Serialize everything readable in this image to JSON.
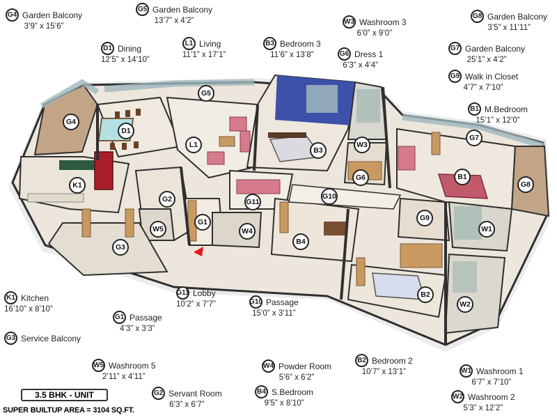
{
  "legend": [
    {
      "code": "G4",
      "name": "Garden Balcony",
      "dim": "3’9” x 15’6”"
    },
    {
      "code": "G5",
      "name": "Garden Balcony",
      "dim": "13’7” x 4’2”"
    },
    {
      "code": "D1",
      "name": "Dining",
      "dim": "12’5” x 14’10”"
    },
    {
      "code": "L1",
      "name": "Living",
      "dim": "11’1” x 17’1”"
    },
    {
      "code": "B3",
      "name": "Bedroom 3",
      "dim": "11’6” x 13’8”"
    },
    {
      "code": "W3",
      "name": "Washroom 3",
      "dim": "6’0” x 9’0”"
    },
    {
      "code": "G6",
      "name": "Dress 1",
      "dim": "6’3” x 4’4”"
    },
    {
      "code": "G8",
      "name": "Garden Balcony",
      "dim": "3’5” x 11’11”"
    },
    {
      "code": "G7",
      "name": "Garden Balcony",
      "dim": "25’1” x 4’2”"
    },
    {
      "code": "G9",
      "name": "Walk in Closet",
      "dim": "4’7” x 7’10”"
    },
    {
      "code": "B1",
      "name": "M.Bedroom",
      "dim": "15’1” x 12’0”"
    },
    {
      "code": "K1",
      "name": "Kitchen",
      "dim": "16’10” x 8’10”"
    },
    {
      "code": "G3",
      "name": "Service Balcony",
      "dim": ""
    },
    {
      "code": "G1",
      "name": "Passage",
      "dim": "4’3” x 3’3”"
    },
    {
      "code": "G11",
      "name": "Lobby",
      "dim": "10’2” x 7’7”"
    },
    {
      "code": "G10",
      "name": "Passage",
      "dim": "15’0” x 3’11”"
    },
    {
      "code": "W5",
      "name": "Washroom 5",
      "dim": "2’11” x 4’11”"
    },
    {
      "code": "G2",
      "name": "Servant Room",
      "dim": "6’3” x 6’7”"
    },
    {
      "code": "W4",
      "name": "Powder Room",
      "dim": "5’6” x 6’2”"
    },
    {
      "code": "B4",
      "name": "S.Bedroom",
      "dim": "9’5” x 8’10”"
    },
    {
      "code": "B2",
      "name": "Bedroom 2",
      "dim": "10’7” x 13’1”"
    },
    {
      "code": "W1",
      "name": "Washroom 1",
      "dim": "6’7” x 7’10”"
    },
    {
      "code": "W2",
      "name": "Washroom 2",
      "dim": "5’3” x 12’2”"
    }
  ],
  "plan_tags": [
    "G4",
    "D1",
    "L1",
    "G5",
    "B3",
    "W3",
    "G6",
    "G7",
    "B1",
    "G8",
    "K1",
    "G2",
    "G1",
    "W5",
    "G3",
    "G11",
    "W4",
    "B4",
    "G10",
    "G9",
    "W1",
    "B2",
    "W2"
  ],
  "unit_type": "3.5 BHK - UNIT",
  "area": "SUPER BUILTUP AREA = 3104 SQ.FT.",
  "colors": {
    "wall": "#2f2f2f",
    "floor": "#ece6dc",
    "wood": "#c89a62",
    "accent_wall": "#3c51a8",
    "glass": "#9fb7bd",
    "balcony_floor": "#c2a487",
    "entry_marker": "#e8141c"
  }
}
